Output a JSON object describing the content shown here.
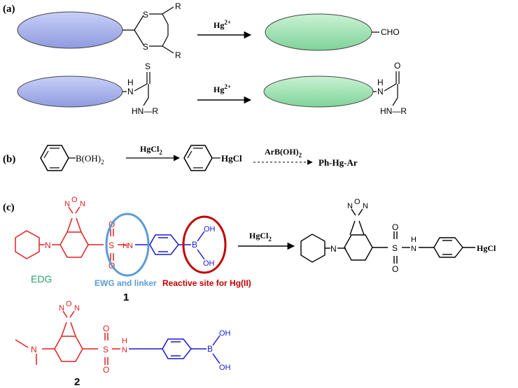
{
  "panels": {
    "a": {
      "label": "(a)",
      "row1": {
        "left_groups": [
          "S",
          "S",
          "R",
          "R"
        ],
        "reagent": "Hg2+",
        "reagent_base": "Hg",
        "reagent_sup": "2+",
        "product_group": "CHO"
      },
      "row2": {
        "left_S": "S",
        "left_NH_top": "H\nN",
        "left_NH_bottom": "HN—R",
        "reagent_base": "Hg",
        "reagent_sup": "2+",
        "right_O": "O",
        "right_NH_top": "H\nN",
        "right_NH_bottom": "HN—R"
      }
    },
    "b": {
      "label": "(b)",
      "start_group": "B(OH)2",
      "start_group_base": "B(OH)",
      "start_group_sub": "2",
      "reagent": "HgCl2",
      "reagent_base": "HgCl",
      "reagent_sub": "2",
      "middle_group": "HgCl",
      "second_reagent": "ArB(OH)2",
      "second_reagent_base": "ArB(OH)",
      "second_reagent_sub": "2",
      "final_product": "Ph-Hg-Ar"
    },
    "c": {
      "label": "(c)",
      "compound1_number": "1",
      "compound2_number": "2",
      "edg_label": "EDG",
      "ewg_label": "EWG and linker",
      "reactive_label": "Reactive site for Hg(II)",
      "reagent_base": "HgCl",
      "reagent_sub": "2",
      "product_group": "HgCl",
      "atoms": {
        "N": "N",
        "O": "O",
        "S": "S",
        "H": "H",
        "B": "B",
        "OH": "OH"
      }
    }
  },
  "colors": {
    "red": "#e02020",
    "blue": "#1a1acc",
    "green": "#2aa06a",
    "ewg_blue": "#5b9bd5",
    "reactive_red": "#c00000",
    "ellipse_blue": "#aab4ee",
    "ellipse_green": "#9be0b0"
  }
}
